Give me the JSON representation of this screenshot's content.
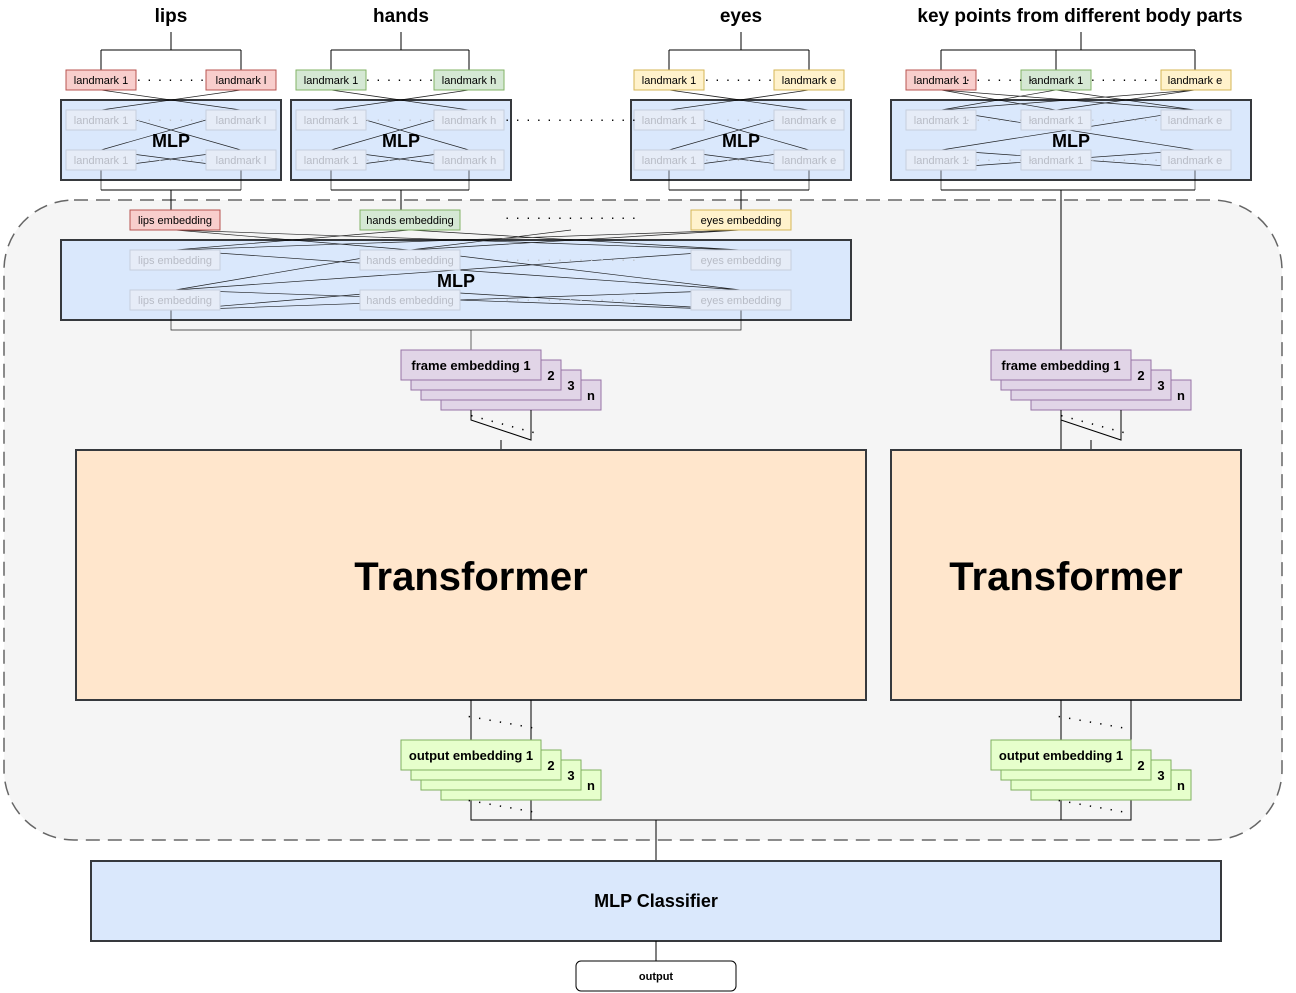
{
  "headers": {
    "lips": "lips",
    "hands": "hands",
    "eyes": "eyes",
    "keypoints": "key points from different body parts"
  },
  "landmarks": {
    "lips_first": "landmark 1",
    "lips_last": "landmark l",
    "hands_first": "landmark 1",
    "hands_last": "landmark h",
    "eyes_first": "landmark 1",
    "eyes_last": "landmark e",
    "kp_lips": "landmark 1",
    "kp_hands": "landmark 1",
    "kp_eyes": "landmark e"
  },
  "mlp_label": "MLP",
  "embeddings": {
    "lips": "lips embedding",
    "hands": "hands embedding",
    "eyes": "eyes embedding"
  },
  "frame_embedding": {
    "label": "frame embedding 1",
    "idx2": "2",
    "idx3": "3",
    "idxn": "n"
  },
  "output_embedding": {
    "label": "output embedding 1",
    "idx2": "2",
    "idx3": "3",
    "idxn": "n"
  },
  "transformer_label": "Transformer",
  "classifier_label": "MLP Classifier",
  "output_label": "output",
  "dots_short": "· · · · · · ·",
  "dots_long": "· · · · · · · · · · · · ·",
  "colors": {
    "lips": "#f8cecc",
    "lips_border": "#b85450",
    "hands": "#d5e8d4",
    "hands_border": "#82b366",
    "eyes": "#fff2cc",
    "eyes_border": "#d6b656",
    "mlp": "#dae8fc",
    "frame": "#e1d5e7",
    "frame_border": "#9673a6",
    "output": "#e6ffcc",
    "output_border": "#80b060",
    "transformer": "#ffe6cc",
    "region": "#f5f5f5"
  }
}
